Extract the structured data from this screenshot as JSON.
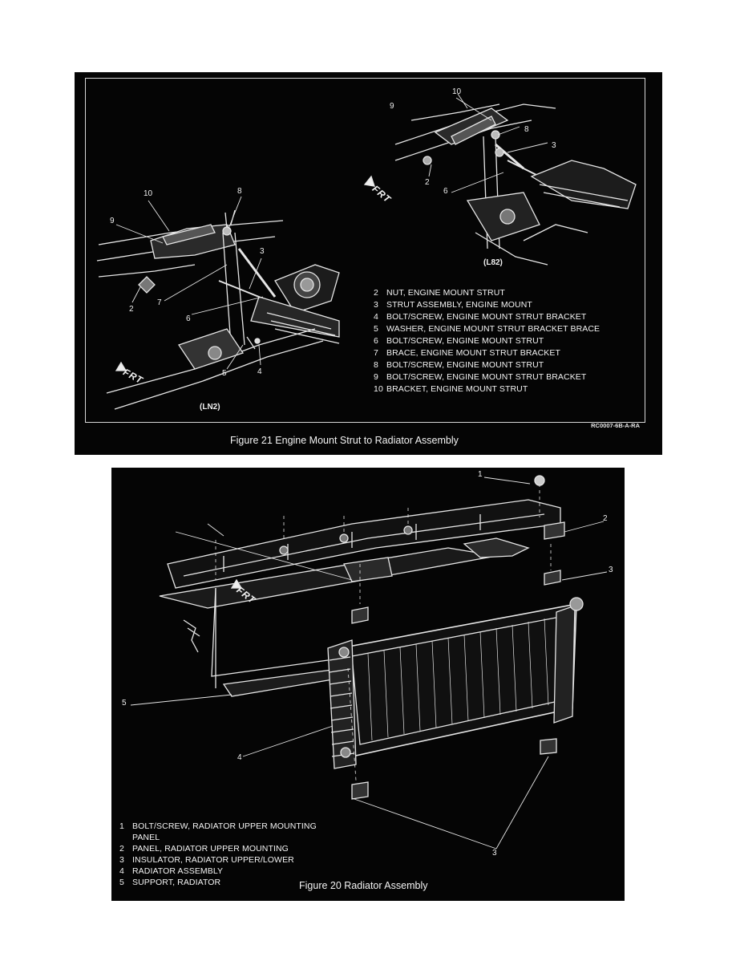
{
  "figure21": {
    "caption": "Figure 21 Engine Mount Strut to Radiator Assembly",
    "code": "RC0007-6B-A-RA",
    "tag_left": "(LN2)",
    "tag_right": "(L82)",
    "frt_label": "FRT",
    "legend": [
      {
        "num": "2",
        "text": "NUT, ENGINE MOUNT STRUT"
      },
      {
        "num": "3",
        "text": "STRUT ASSEMBLY, ENGINE MOUNT"
      },
      {
        "num": "4",
        "text": "BOLT/SCREW, ENGINE MOUNT STRUT BRACKET"
      },
      {
        "num": "5",
        "text": "WASHER, ENGINE MOUNT STRUT BRACKET BRACE"
      },
      {
        "num": "6",
        "text": "BOLT/SCREW, ENGINE MOUNT STRUT"
      },
      {
        "num": "7",
        "text": "BRACE, ENGINE MOUNT STRUT BRACKET"
      },
      {
        "num": "8",
        "text": "BOLT/SCREW, ENGINE MOUNT STRUT"
      },
      {
        "num": "9",
        "text": "BOLT/SCREW, ENGINE MOUNT STRUT BRACKET"
      },
      {
        "num": "10",
        "text": "BRACKET, ENGINE MOUNT STRUT"
      }
    ],
    "callouts_left": [
      "10",
      "8",
      "9",
      "3",
      "2",
      "7",
      "6",
      "5",
      "4"
    ],
    "callouts_right": [
      "10",
      "9",
      "8",
      "3",
      "2",
      "6"
    ]
  },
  "figure20": {
    "caption": "Figure 20 Radiator Assembly",
    "frt_label": "FRT",
    "legend": [
      {
        "num": "1",
        "text": "BOLT/SCREW, RADIATOR UPPER MOUNTING",
        "cont": "PANEL"
      },
      {
        "num": "2",
        "text": "PANEL, RADIATOR UPPER MOUNTING"
      },
      {
        "num": "3",
        "text": "INSULATOR, RADIATOR UPPER/LOWER"
      },
      {
        "num": "4",
        "text": "RADIATOR ASSEMBLY"
      },
      {
        "num": "5",
        "text": "SUPPORT, RADIATOR"
      }
    ],
    "callouts": [
      "1",
      "2",
      "3",
      "5",
      "4",
      "3"
    ]
  }
}
